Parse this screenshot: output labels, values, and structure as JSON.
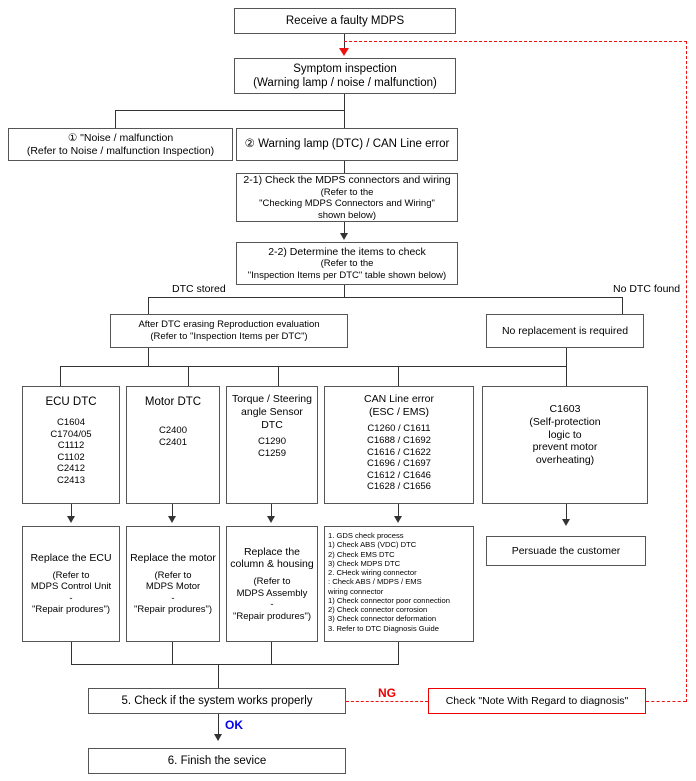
{
  "diagram": {
    "title": "MDPS Faulty Unit Diagnostic Flowchart",
    "colors": {
      "box_border": "#555555",
      "line": "#333333",
      "ng_red": "#ee0000",
      "ok_blue": "#0000ee"
    }
  },
  "nodes": {
    "start": {
      "line1": "Receive a faulty MDPS"
    },
    "symptom": {
      "line1": "Symptom inspection",
      "line2": "(Warning lamp / noise / malfunction)"
    },
    "branch1": {
      "line1": "① \"Noise / malfunction",
      "line2": "(Refer to Noise / malfunction Inspection)"
    },
    "branch2": {
      "line1": "② Warning lamp (DTC) / CAN Line error"
    },
    "step21": {
      "line1": "2-1) Check the MDPS connectors and wiring",
      "line2": "(Refer to the",
      "line3": "\"Checking  MDPS Connectors and Wiring\"",
      "line4": "shown below)"
    },
    "step22": {
      "line1": "2-2) Determine the items to check",
      "line2": "(Refer to the",
      "line3": "\"Inspection Items per DTC\" table shown below)"
    },
    "after_dtc": {
      "line1": "After DTC erasing Reproduction evaluation",
      "line2": "(Refer to \"Inspection Items per DTC\")"
    },
    "no_replacement": {
      "line1": "No replacement is required"
    },
    "ecu_dtc": {
      "heading": "ECU DTC",
      "codes": [
        "C1604",
        "C1704/05",
        "C1112",
        "C1102",
        "C2412",
        "C2413"
      ]
    },
    "motor_dtc": {
      "heading": "Motor DTC",
      "codes": [
        "C2400",
        "C2401"
      ]
    },
    "torque_dtc": {
      "heading1": "Torque / Steering",
      "heading2": "angle Sensor",
      "heading3": "DTC",
      "codes": [
        "C1290",
        "C1259"
      ]
    },
    "can_dtc": {
      "heading1": "CAN Line error",
      "heading2": "(ESC / EMS)",
      "codes": [
        "C1260 / C1611",
        "C1688 / C1692",
        "C1616 / C1622",
        "C1696 / C1697",
        "C1612 / C1646",
        "C1628 / C1656"
      ]
    },
    "c1603": {
      "line1": "C1603",
      "line2": "(Self-protection",
      "line3": "logic to",
      "line4": "prevent motor",
      "line5": "overheating)"
    },
    "replace_ecu": {
      "line1": "Replace the ECU",
      "line2": "(Refer to",
      "line3": "MDPS Control Unit",
      "line4": "-",
      "line5": "\"Repair produres\")"
    },
    "replace_motor": {
      "line1": "Replace the motor",
      "line2": "(Refer to",
      "line3": "MDPS Motor",
      "line4": "-",
      "line5": "\"Repair produres\")"
    },
    "replace_column": {
      "line1": "Replace the",
      "line2": "column & housing",
      "line3": "(Refer to",
      "line4": "MDPS Assembly",
      "line5": "-",
      "line6": "\"Repair produres\")"
    },
    "gds_check": {
      "lines": [
        "1. GDS check process",
        "   1) Check ABS (VDC) DTC",
        "   2) Check EMS DTC",
        "   3) Check MDPS DTC",
        "2. CHeck wiring connector",
        "   : Check ABS / MDPS / EMS",
        "     wiring connector",
        "   1) Check connector poor connection",
        "   2) Check connector corrosion",
        "   3) Check connector deformation",
        "3. Refer to DTC Diagnosis Guide"
      ]
    },
    "persuade": {
      "line1": "Persuade the customer"
    },
    "step5": {
      "line1": "5. Check if the system works properly"
    },
    "step6": {
      "line1": "6. Finish the sevice"
    },
    "note_diagnosis": {
      "line1": "Check \"Note With Regard to diagnosis\""
    }
  },
  "edge_labels": {
    "dtc_stored": "DTC stored",
    "no_dtc_found": "No DTC found",
    "ng": "NG",
    "ok": "OK"
  }
}
